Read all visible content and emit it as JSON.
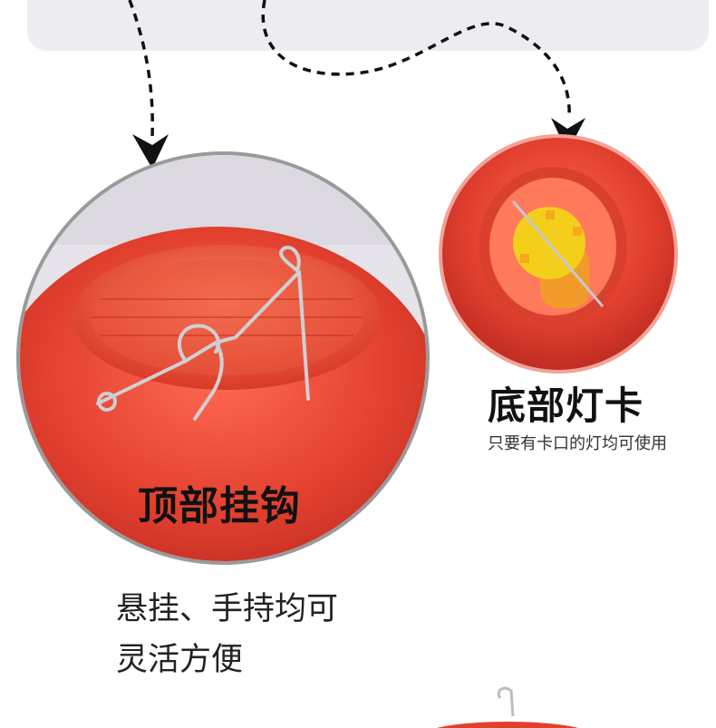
{
  "top_hook": {
    "title": "顶部挂钩",
    "description_line1": "悬挂、手持均可",
    "description_line2": "灵活方便"
  },
  "bottom_holder": {
    "title": "底部灯卡",
    "description": "只要有卡口的灯均可使用"
  },
  "colors": {
    "lantern_red": "#e2402f",
    "holder_yellow": "#f3cf1c",
    "banner_gray": "#ededf1",
    "ring_gray": "#8a8a8a"
  }
}
